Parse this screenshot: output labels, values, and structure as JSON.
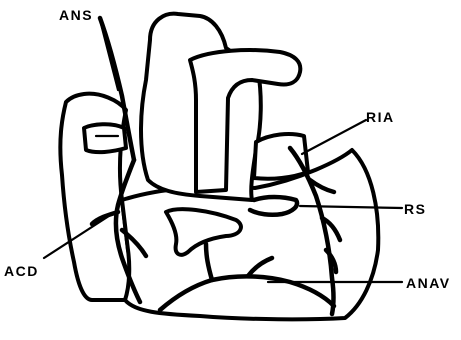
{
  "labels": {
    "ans": "ANS",
    "ria": "RIA",
    "rs": "RS",
    "acd": "ACD",
    "anav": "ANAV"
  },
  "colors": {
    "ink": "#000000",
    "paper": "#ffffff"
  }
}
